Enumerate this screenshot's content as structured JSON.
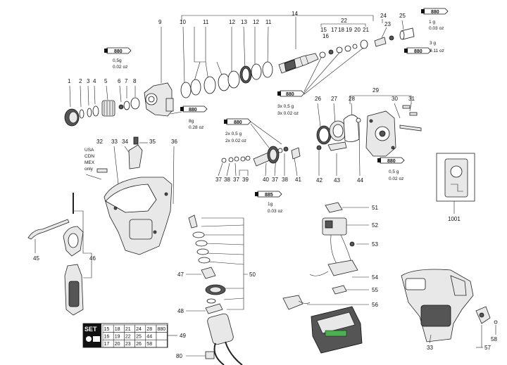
{
  "part_numbers": {
    "p1": "1",
    "p2": "2",
    "p3": "3",
    "p4": "4",
    "p5": "5",
    "p6": "6",
    "p7": "7",
    "p8": "8",
    "p9": "9",
    "p10": "10",
    "p11a": "11",
    "p11b": "11",
    "p12a": "12",
    "p12b": "12",
    "p13": "13",
    "p14": "14",
    "p15": "15",
    "p16": "16",
    "p17": "17",
    "p18": "18",
    "p19": "19",
    "p20": "20",
    "p21": "21",
    "p22": "22",
    "p23": "23",
    "p24": "24",
    "p25": "25",
    "p26": "26",
    "p27": "27",
    "p28": "28",
    "p29": "29",
    "p30": "30",
    "p31": "31",
    "p32": "32",
    "p33a": "33",
    "p33b": "33",
    "p34": "34",
    "p35": "35",
    "p36": "36",
    "p37a": "37",
    "p37b": "37",
    "p38a": "38",
    "p38b": "38",
    "p39": "39",
    "p40": "40",
    "p41": "41",
    "p42": "42",
    "p43": "43",
    "p44": "44",
    "p45": "45",
    "p46": "46",
    "p47": "47",
    "p48": "48",
    "p49": "49",
    "p50": "50",
    "p51": "51",
    "p52": "52",
    "p53": "53",
    "p54": "54",
    "p55": "55",
    "p56": "56",
    "p57": "57",
    "p58": "58",
    "p80": "80",
    "p1001": "1001"
  },
  "grease_tubes": {
    "t1": {
      "code": "880",
      "qty_g": "0,5g",
      "qty_oz": "0.02 oz"
    },
    "t2": {
      "code": "880",
      "qty_g": "8g",
      "qty_oz": "0.28 oz"
    },
    "t3": {
      "code": "880",
      "qty_g": "3x 0,5 g",
      "qty_oz": "3x 0.02 oz"
    },
    "t4": {
      "code": "880",
      "qty_g": "1 g",
      "qty_oz": "0.03 oz"
    },
    "t5": {
      "code": "880",
      "qty_g": "3 g",
      "qty_oz": "0.11 oz"
    },
    "t6": {
      "code": "880",
      "qty_g": "2x 0,5 g",
      "qty_oz": "2x 0.02 oz"
    },
    "t7": {
      "code": "880",
      "qty_g": "0,5 g",
      "qty_oz": "0.02 oz"
    },
    "t8": {
      "code": "885",
      "qty_g": "1g",
      "qty_oz": "0.03 oz"
    }
  },
  "region_label": {
    "usa": "USA",
    "cdn": "CDN",
    "mex": "MEX",
    "only": "only"
  },
  "set_box": {
    "label": "SET",
    "row1": [
      "15",
      "18",
      "21",
      "24",
      "28",
      "880"
    ],
    "row2": [
      "16",
      "19",
      "22",
      "25",
      "44",
      ""
    ],
    "row3": [
      "17",
      "20",
      "23",
      "26",
      "58",
      ""
    ]
  }
}
